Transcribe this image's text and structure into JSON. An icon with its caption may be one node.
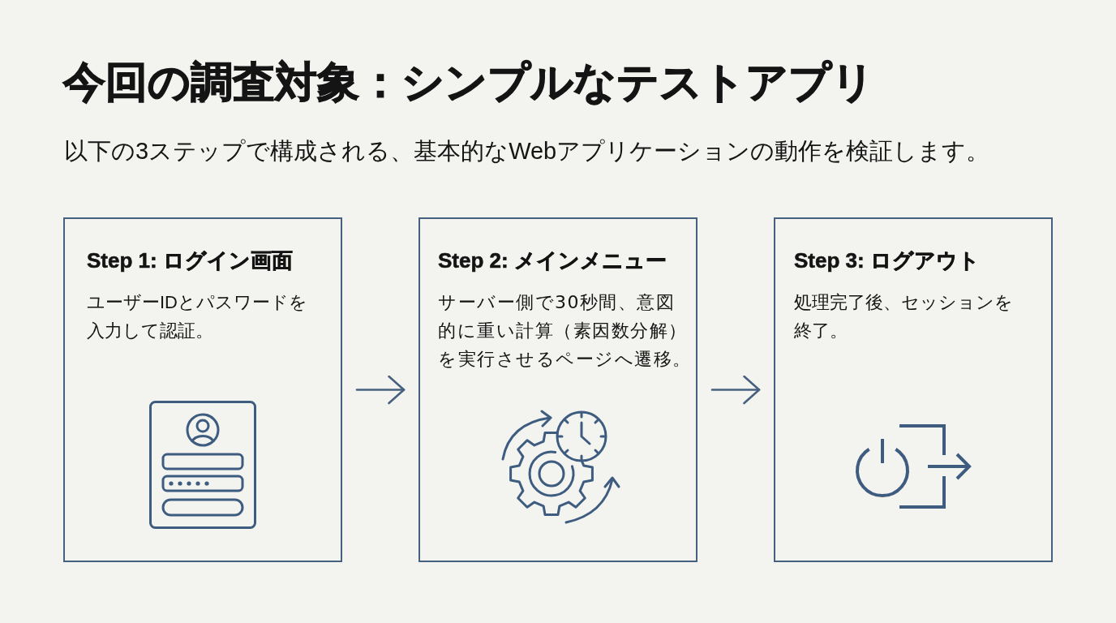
{
  "diagram": {
    "title": "今回の調査対象：シンプルなテストアプリ",
    "nodes": [
      {
        "text": [
          "Step 1: ログイン画面",
          "ユーザーIDとパスワードを入力して認証。"
        ]
      },
      {
        "text": [
          "Step 2: メインメニュー",
          "サーバー側で30秒間、意図的に重い計算（素因数分解）を実行させるページへ遷移。"
        ]
      },
      {
        "text": [
          "Step 3: ログアウト",
          "処理完了後、セッションを終了。"
        ]
      }
    ],
    "edges": [
      {
        "from": 0,
        "to": 1,
        "arrow": "to"
      },
      {
        "from": 1,
        "to": 2,
        "arrow": "to"
      }
    ],
    "labels": [
      "以下の3ステップで構成される、基本的なWebアプリケーションの動作を検証します。"
    ]
  }
}
